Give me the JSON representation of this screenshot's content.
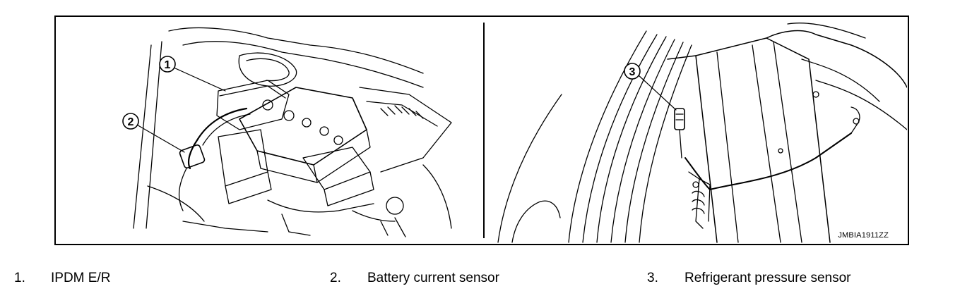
{
  "diagram": {
    "callouts": [
      {
        "number": "1"
      },
      {
        "number": "2"
      },
      {
        "number": "3"
      }
    ],
    "image_code": "JMBIA1911ZZ",
    "line_color": "#000000"
  },
  "legend": [
    {
      "number": "1.",
      "label": "IPDM E/R"
    },
    {
      "number": "2.",
      "label": "Battery current sensor"
    },
    {
      "number": "3.",
      "label": "Refrigerant pressure sensor"
    }
  ]
}
